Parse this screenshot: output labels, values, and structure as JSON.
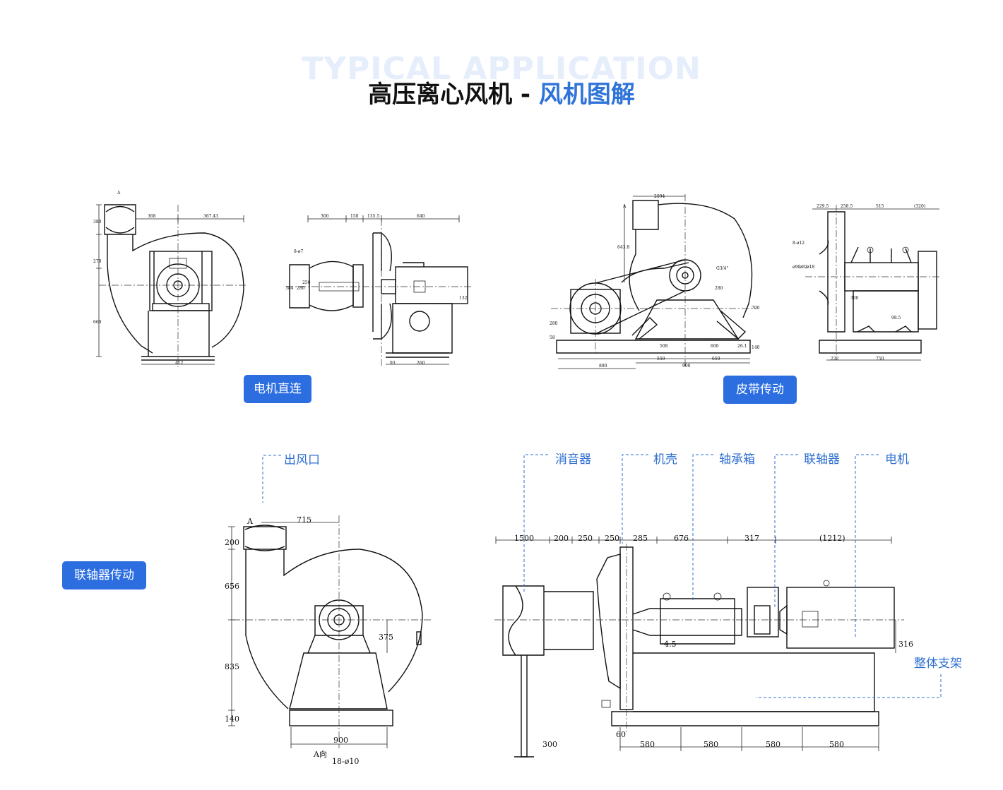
{
  "header": {
    "bg_text": "TYPICAL APPLICATION",
    "title_main": "高压离心风机 - ",
    "title_accent": "风机图解"
  },
  "buttons": {
    "direct": "电机直连",
    "belt": "皮带传动",
    "coupling": "联轴器传动"
  },
  "callouts": {
    "outlet": "出风口",
    "silencer": "消音器",
    "casing": "机壳",
    "bearing_box": "轴承箱",
    "coupling": "联轴器",
    "motor": "电机",
    "frame": "整体支架"
  },
  "dims": {
    "d1": {
      "a": "A",
      "w1": "368",
      "w2": "367.43",
      "h1": "380",
      "h2": "278",
      "h3": "660",
      "b": "412"
    },
    "d2": {
      "t1": "300",
      "t2": "150",
      "t3": "135.5",
      "t4": "640",
      "s": "8-ø7",
      "h1": "384",
      "h2": "280",
      "h3": "256",
      "r": "132",
      "b1": "93",
      "b2": "260"
    },
    "d3": {
      "a": "A",
      "t": "2094",
      "h1": "643.8",
      "g": "G3/4\"",
      "h2": "280",
      "h3": "700",
      "h4": "280",
      "h5": "58",
      "b1": "508",
      "b2": "600",
      "b3": "26.1",
      "b4": "140",
      "w1": "550",
      "w2": "650",
      "w3": "880",
      "w4": "900"
    },
    "d4": {
      "t1": "229.5",
      "t2": "258.5",
      "t3": "515",
      "t4": "(320)",
      "s": "8-ø12",
      "h1": "ø90",
      "h2": "ø82",
      "h3": "ø18",
      "m": "300",
      "k": "98.5",
      "b1": "222",
      "b2": "750"
    },
    "d5": {
      "a": "A",
      "w": "715",
      "h1": "200",
      "h2": "656",
      "h3": "375",
      "h4": "835",
      "h5": "140",
      "b": "900",
      "dir": "A向",
      "hole": "18-ø10"
    },
    "d6": {
      "t1": "1500",
      "t2": "200",
      "t3": "250",
      "t4": "250",
      "t5": "285",
      "t6": "676",
      "t7": "317",
      "t8": "(1212)",
      "h1": "316",
      "h2": "300",
      "g": "4.5",
      "b0": "60",
      "b1": "580",
      "b2": "580",
      "b3": "580",
      "b4": "580"
    }
  }
}
